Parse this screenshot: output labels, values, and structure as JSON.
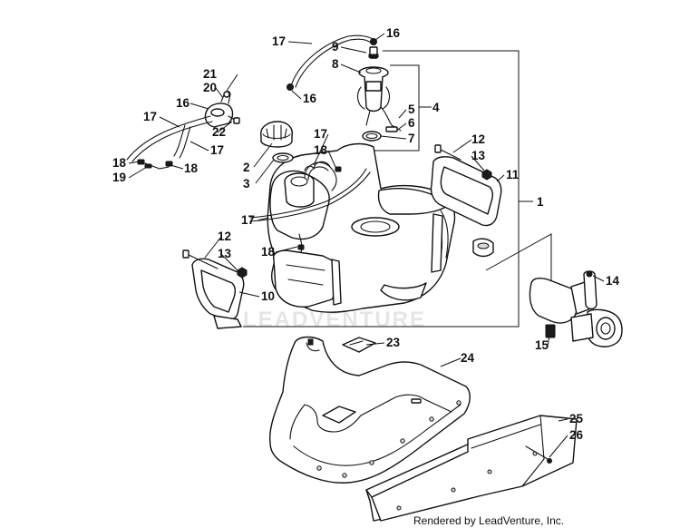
{
  "watermark": "LEADVENTURE",
  "credit": "Rendered by LeadVenture, Inc.",
  "callouts": [
    {
      "id": "c-1",
      "label": "1"
    },
    {
      "id": "c-2",
      "label": "2"
    },
    {
      "id": "c-3",
      "label": "3"
    },
    {
      "id": "c-4",
      "label": "4"
    },
    {
      "id": "c-5",
      "label": "5"
    },
    {
      "id": "c-6",
      "label": "6"
    },
    {
      "id": "c-7",
      "label": "7"
    },
    {
      "id": "c-8",
      "label": "8"
    },
    {
      "id": "c-9",
      "label": "9"
    },
    {
      "id": "c-10",
      "label": "10"
    },
    {
      "id": "c-11",
      "label": "11"
    },
    {
      "id": "c-12a",
      "label": "12"
    },
    {
      "id": "c-12b",
      "label": "12"
    },
    {
      "id": "c-13a",
      "label": "13"
    },
    {
      "id": "c-13b",
      "label": "13"
    },
    {
      "id": "c-14",
      "label": "14"
    },
    {
      "id": "c-15",
      "label": "15"
    },
    {
      "id": "c-16a",
      "label": "16"
    },
    {
      "id": "c-16b",
      "label": "16"
    },
    {
      "id": "c-16c",
      "label": "16"
    },
    {
      "id": "c-17a",
      "label": "17"
    },
    {
      "id": "c-17b",
      "label": "17"
    },
    {
      "id": "c-17c",
      "label": "17"
    },
    {
      "id": "c-17d",
      "label": "17"
    },
    {
      "id": "c-17e",
      "label": "17"
    },
    {
      "id": "c-18a",
      "label": "18"
    },
    {
      "id": "c-18b",
      "label": "18"
    },
    {
      "id": "c-18c",
      "label": "18"
    },
    {
      "id": "c-18d",
      "label": "18"
    },
    {
      "id": "c-19",
      "label": "19"
    },
    {
      "id": "c-20",
      "label": "20"
    },
    {
      "id": "c-21",
      "label": "21"
    },
    {
      "id": "c-22",
      "label": "22"
    },
    {
      "id": "c-23",
      "label": "23"
    },
    {
      "id": "c-24",
      "label": "24"
    },
    {
      "id": "c-25",
      "label": "25"
    },
    {
      "id": "c-26",
      "label": "26"
    }
  ]
}
